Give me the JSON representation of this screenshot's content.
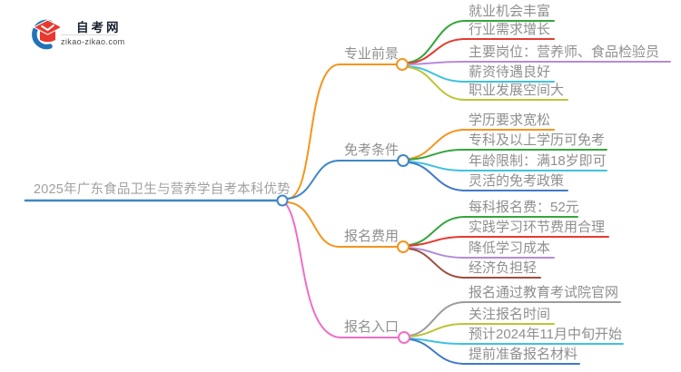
{
  "logo": {
    "title": "自考网",
    "domain": "zikao-zikao.com",
    "icon": "graduation-cap-with-blue-crescent"
  },
  "colors": {
    "orange": "#f5941d",
    "blue": "#3f86c6",
    "deep_blue": "#4079c8",
    "pink": "#ef6ec6",
    "green": "#35a53c",
    "red": "#e63a2e",
    "purple": "#b48bd8",
    "cyan": "#3fc2e0",
    "olive": "#bdc436",
    "brown": "#9d4e3c",
    "gray": "#9c9c9c",
    "logo_blue": "#2273b5",
    "logo_red": "#e8392f",
    "node_fill": "#ffffff"
  },
  "mindmap": {
    "root": {
      "label": "2025年广东食品卫生与营养学自考本科优势"
    },
    "branches": [
      {
        "label": "专业前景",
        "children": [
          {
            "label": "就业机会丰富"
          },
          {
            "label": "行业需求增长"
          },
          {
            "label": "主要岗位：营养师、食品检验员"
          },
          {
            "label": "薪资待遇良好"
          },
          {
            "label": "职业发展空间大"
          }
        ]
      },
      {
        "label": "免考条件",
        "children": [
          {
            "label": "学历要求宽松"
          },
          {
            "label": "专科及以上学历可免考"
          },
          {
            "label": "年龄限制：满18岁即可"
          },
          {
            "label": "灵活的免考政策"
          }
        ]
      },
      {
        "label": "报名费用",
        "children": [
          {
            "label": "每科报名费：52元"
          },
          {
            "label": "实践学习环节费用合理"
          },
          {
            "label": "降低学习成本"
          },
          {
            "label": "经济负担轻"
          }
        ]
      },
      {
        "label": "报名入口",
        "children": [
          {
            "label": "报名通过教育考试院官网"
          },
          {
            "label": "关注报名时间"
          },
          {
            "label": "预计2024年11月中旬开始"
          },
          {
            "label": "提前准备报名材料"
          }
        ]
      }
    ]
  }
}
